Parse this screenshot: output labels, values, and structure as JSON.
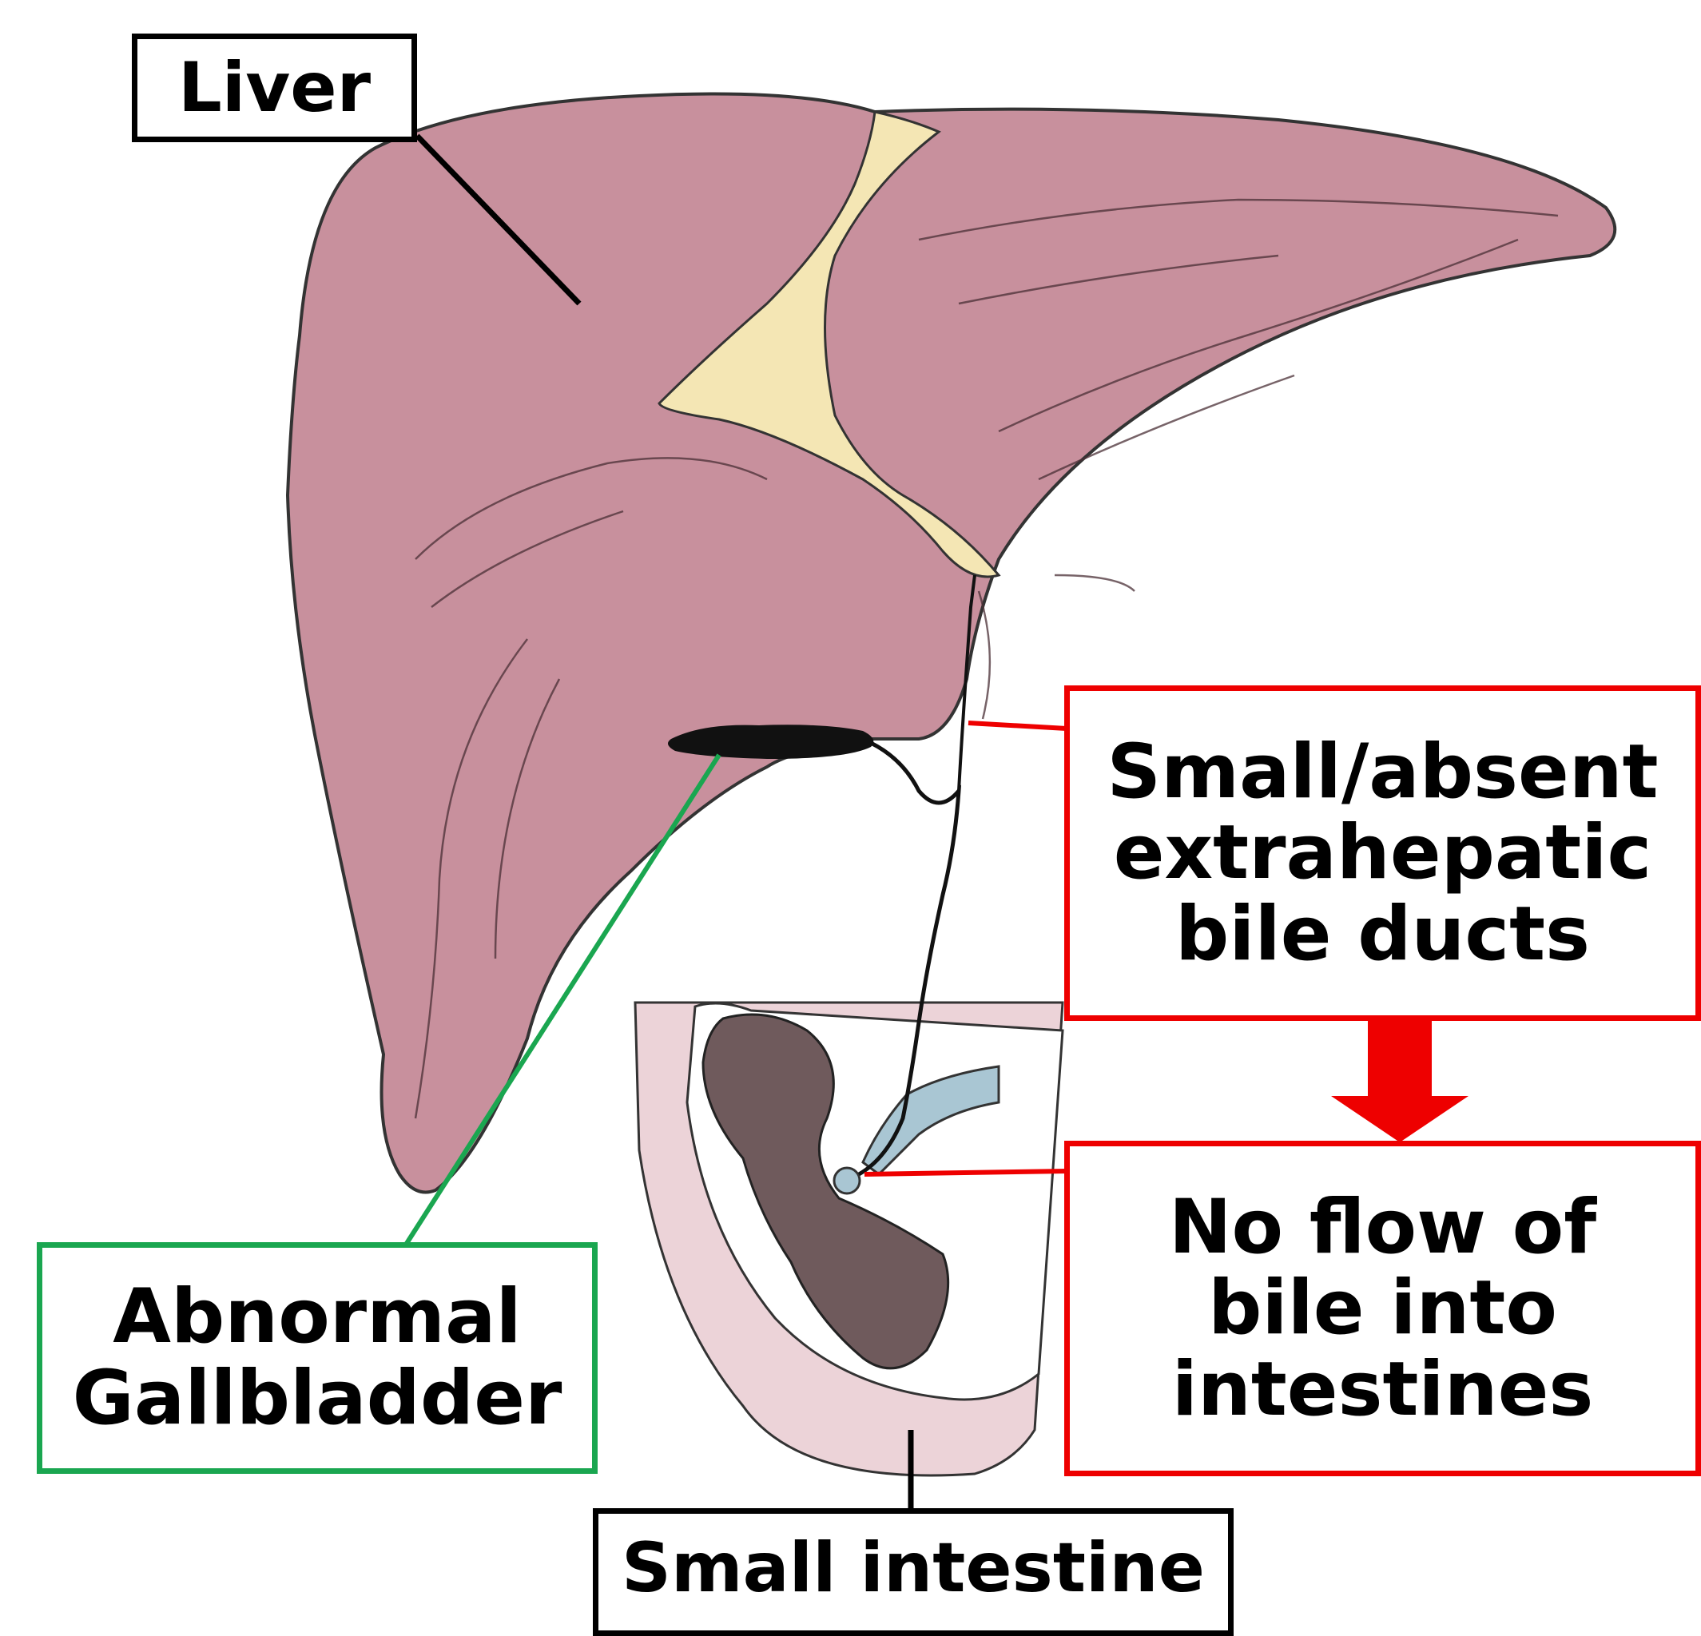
{
  "labels": {
    "liver": "Liver",
    "ducts": [
      "Small/absent",
      "extrahepatic",
      "bile ducts"
    ],
    "flow": [
      "No flow of",
      "bile into",
      "intestines"
    ],
    "gallbladder": [
      "Abnormal",
      "Gallbladder"
    ],
    "intestine": "Small intestine"
  },
  "colors": {
    "liver": "#c8909d",
    "ligament": "#f4e6b4",
    "intestine_wall": "#ecd3d8",
    "intestine_lining": "#6f5a5c",
    "duct": "#a9c6d3",
    "callout_black": "#000000",
    "callout_red": "#ee0000",
    "callout_green": "#1aa650"
  }
}
